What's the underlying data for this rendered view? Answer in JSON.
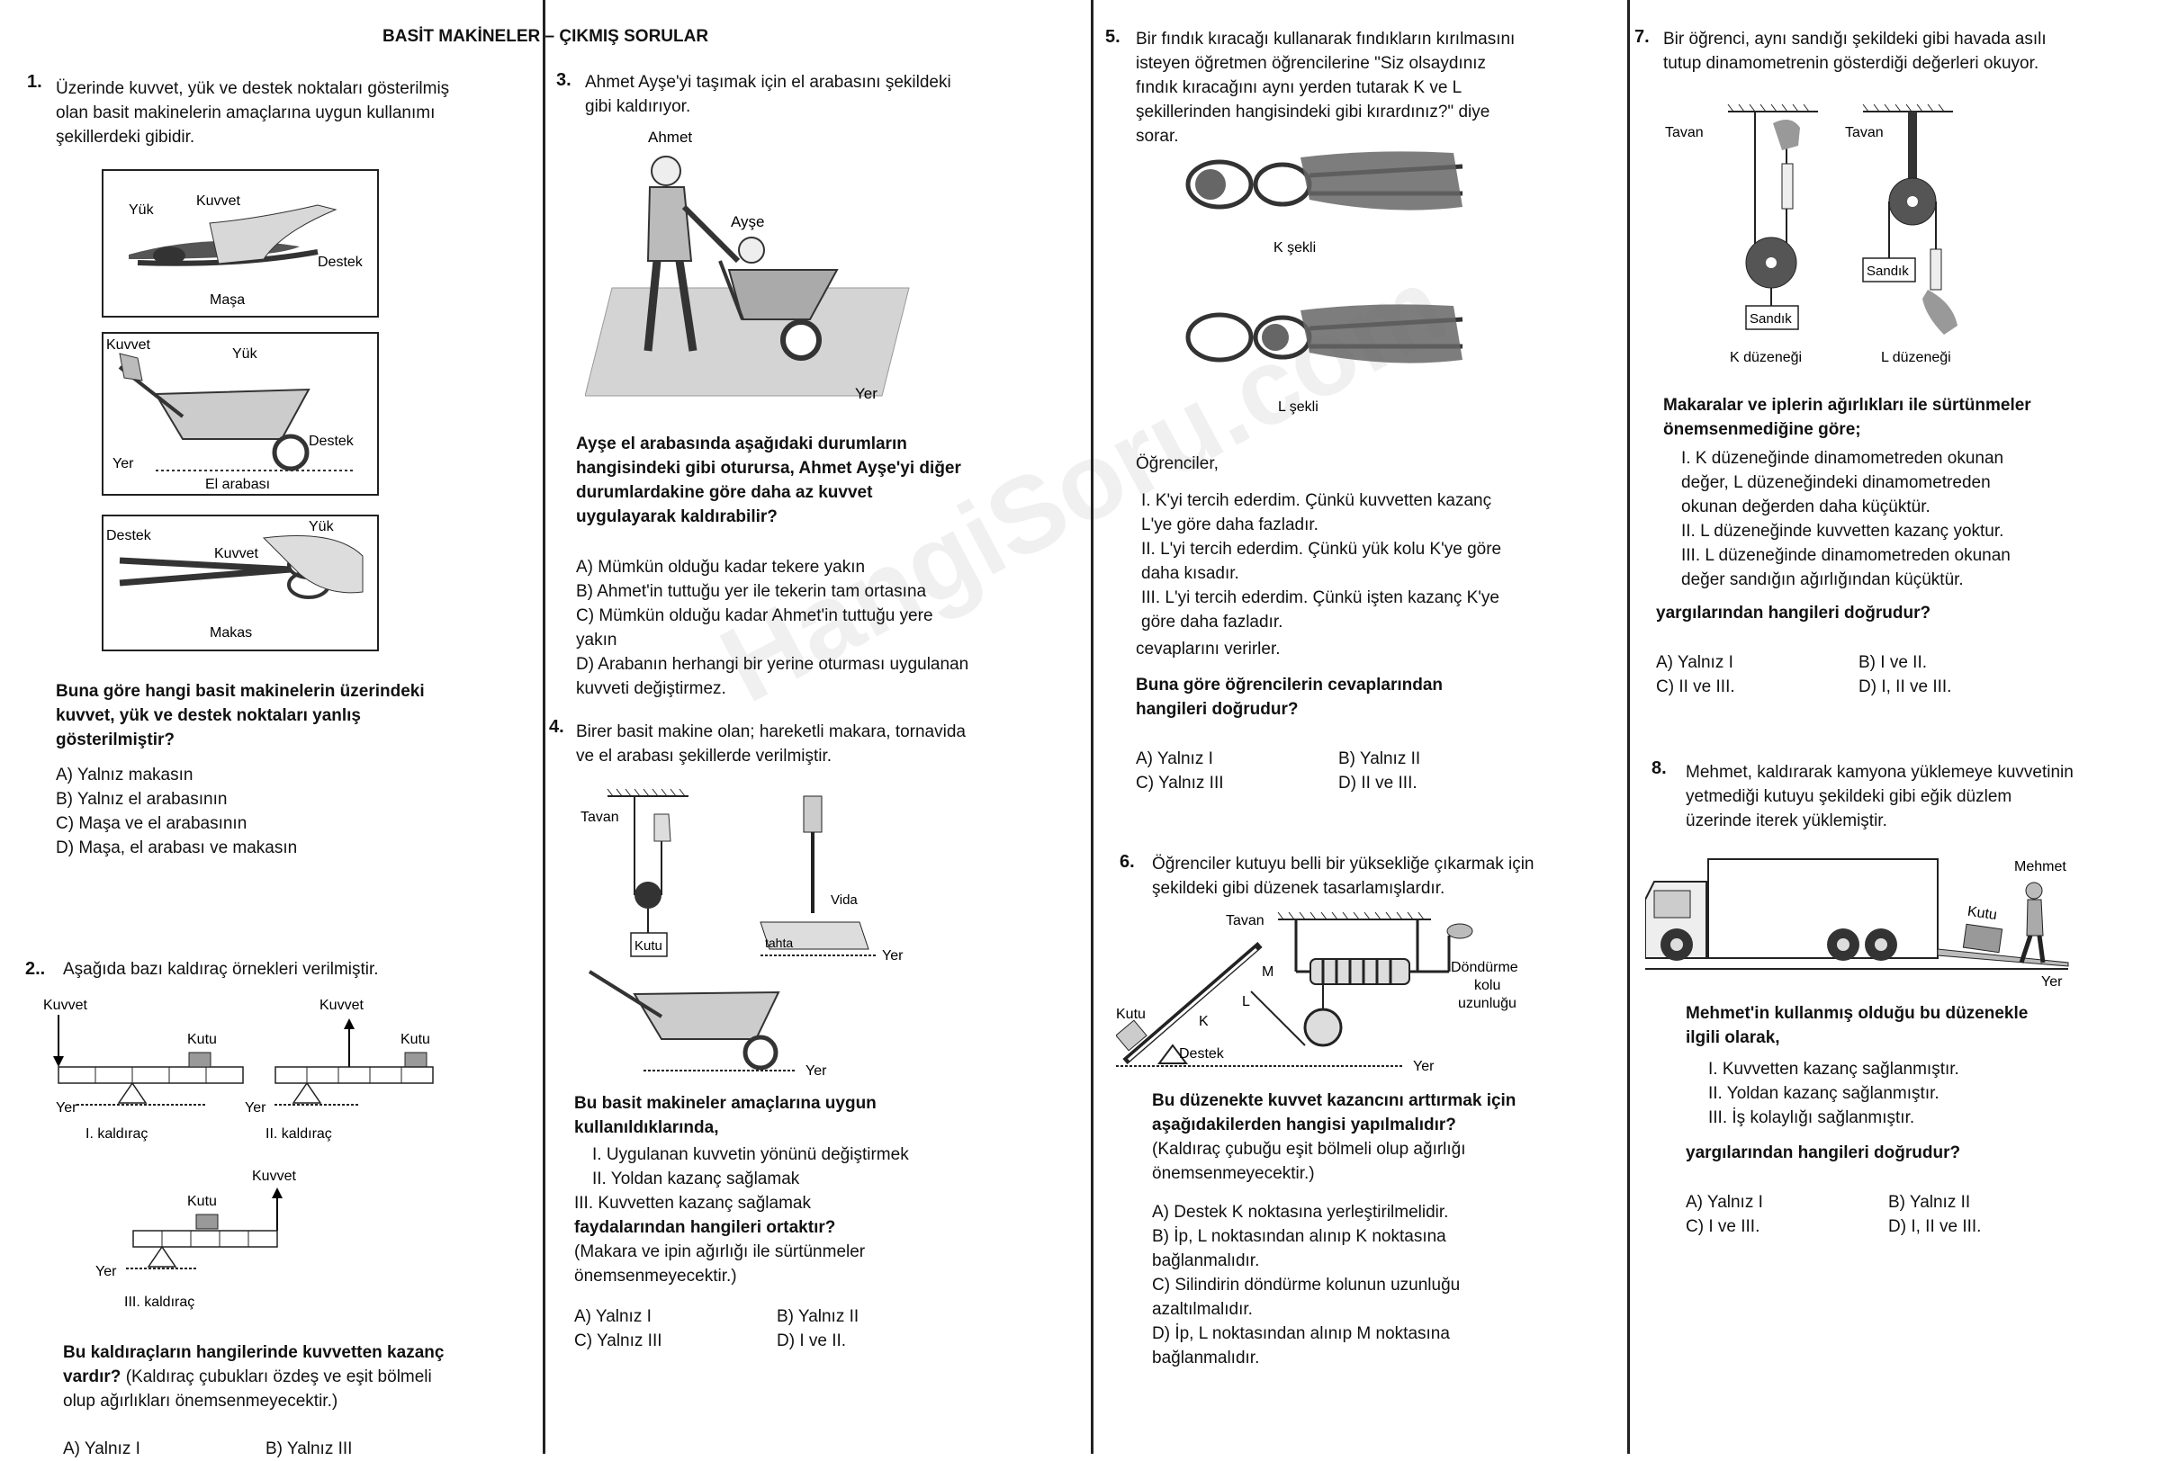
{
  "header": {
    "title": "BASİT MAKİNELER – ÇIKMIŞ SORULAR"
  },
  "watermark": "HangiSoru.com",
  "q1": {
    "num": "1.",
    "intro": "Üzerinde kuvvet, yük ve destek noktaları gösterilmiş olan basit makinelerin amaçlarına uygun kullanımı şekillerdeki gibidir.",
    "fig_labels": {
      "yuk": "Yük",
      "kuvvet": "Kuvvet",
      "destek": "Destek",
      "masa": "Maşa",
      "el_arabasi": "El arabası",
      "makas": "Makas",
      "yer": "Yer"
    },
    "question": "Buna göre hangi basit makinelerin üzerindeki kuvvet, yük ve destek noktaları yanlış gösterilmiştir?",
    "options": [
      "A) Yalnız makasın",
      "B) Yalnız el arabasının",
      "C) Maşa ve el arabasının",
      "D) Maşa, el arabası ve makasın"
    ]
  },
  "q2": {
    "num": "2..",
    "intro": "Aşağıda bazı kaldıraç örnekleri verilmiştir.",
    "fig_labels": {
      "kuvvet": "Kuvvet",
      "kutu": "Kutu",
      "yer": "Yer",
      "k1": "I. kaldıraç",
      "k2": "II. kaldıraç",
      "k3": "III. kaldıraç"
    },
    "question": "Bu kaldıraçların hangilerinde kuvvetten kazanç vardır?",
    "note": "(Kaldıraç çubukları özdeş ve eşit bölmeli olup ağırlıkları önemsenmeyecektir.)",
    "options": [
      "A) Yalnız I",
      "B) Yalnız III"
    ]
  },
  "q3": {
    "num": "3.",
    "intro": "Ahmet Ayşe'yi taşımak için el arabasını şekildeki gibi kaldırıyor.",
    "fig_labels": {
      "ahmet": "Ahmet",
      "ayse": "Ayşe",
      "yer": "Yer"
    },
    "question": "Ayşe el arabasında aşağıdaki durumların hangisindeki gibi oturursa, Ahmet Ayşe'yi diğer durumlardakine göre daha az kuvvet uygulayarak kaldırabilir?",
    "options": [
      "A) Mümkün olduğu kadar tekere yakın",
      "B) Ahmet'in tuttuğu yer ile tekerin tam ortasına",
      "C) Mümkün olduğu kadar Ahmet'in tuttuğu yere yakın",
      "D) Arabanın herhangi bir yerine oturması uygulanan kuvveti değiştirmez."
    ]
  },
  "q4": {
    "num": "4.",
    "intro": "Birer basit makine olan; hareketli makara, tornavida ve el arabası şekillerde verilmiştir.",
    "fig_labels": {
      "tavan": "Tavan",
      "kutu": "Kutu",
      "vida": "Vida",
      "tahta": "tahta",
      "yer": "Yer"
    },
    "question": "Bu basit makineler amaçlarına uygun kullanıldıklarında,",
    "items": [
      "I. Uygulanan kuvvetin yönünü değiştirmek",
      "II. Yoldan kazanç sağlamak",
      "III. Kuvvetten kazanç sağlamak"
    ],
    "ask": "faydalarından hangileri ortaktır?",
    "note": "(Makara ve ipin ağırlığı ile sürtünmeler önemsenmeyecektir.)",
    "options": [
      "A) Yalnız I",
      "B) Yalnız II",
      "C) Yalnız III",
      "D) I ve II."
    ]
  },
  "q5": {
    "num": "5.",
    "intro": "Bir fındık kıracağı kullanarak fındıkların kırılmasını isteyen öğretmen öğrencilerine \"Siz olsaydınız fındık kıracağını aynı yerden tutarak K ve L şekillerinden hangisindeki gibi kırardınız?\" diye sorar.",
    "fig_labels": {
      "k": "K şekli",
      "l": "L şekli"
    },
    "lead": "Öğrenciler,",
    "items": [
      "I. K'yi tercih ederdim. Çünkü kuvvetten kazanç L'ye göre daha fazladır.",
      "II. L'yi tercih ederdim. Çünkü yük kolu K'ye göre daha kısadır.",
      "III. L'yi tercih ederdim. Çünkü işten kazanç K'ye göre daha fazladır."
    ],
    "tail": "cevaplarını verirler.",
    "question": "Buna göre öğrencilerin cevaplarından hangileri doğrudur?",
    "options": [
      "A) Yalnız I",
      "B) Yalnız II",
      "C) Yalnız III",
      "D) II ve III."
    ]
  },
  "q6": {
    "num": "6.",
    "intro": "Öğrenciler kutuyu belli bir yüksekliğe çıkarmak için şekildeki gibi düzenek tasarlamışlardır.",
    "fig_labels": {
      "tavan": "Tavan",
      "donme": "Döndürme",
      "kolu": "kolu",
      "uzunlugu": "uzunluğu",
      "kutu": "Kutu",
      "m": "M",
      "l": "L",
      "k": "K",
      "destek": "Destek",
      "yer": "Yer"
    },
    "question": "Bu düzenekte kuvvet kazancını arttırmak için aşağıdakilerden hangisi yapılmalıdır?",
    "note": "(Kaldıraç çubuğu eşit bölmeli olup ağırlığı önemsenmeyecektir.)",
    "options": [
      "A) Destek K noktasına yerleştirilmelidir.",
      "B) İp, L noktasından alınıp K noktasına bağlanmalıdır.",
      "C) Silindirin döndürme kolunun uzunluğu azaltılmalıdır.",
      "D) İp, L noktasından alınıp M noktasına bağlanmalıdır."
    ]
  },
  "q7": {
    "num": "7.",
    "intro": "Bir öğrenci, aynı sandığı şekildeki gibi havada asılı tutup dinamometrenin gösterdiği değerleri okuyor.",
    "fig_labels": {
      "tavan": "Tavan",
      "sandik": "Sandık",
      "k": "K düzeneği",
      "l": "L düzeneği"
    },
    "question": "Makaralar ve iplerin ağırlıkları ile sürtünmeler önemsenmediğine göre;",
    "items": [
      "I. K düzeneğinde dinamometreden okunan değer, L düzeneğindeki dinamometreden okunan değerden daha küçüktür.",
      "II. L düzeneğinde kuvvetten kazanç yoktur.",
      "III. L düzeneğinde dinamometreden okunan değer sandığın ağırlığından küçüktür."
    ],
    "ask": "yargılarından hangileri doğrudur?",
    "options": [
      "A) Yalnız I",
      "B) I ve II.",
      "C) II ve III.",
      "D) I, II ve III."
    ]
  },
  "q8": {
    "num": "8.",
    "intro": "Mehmet, kaldırarak kamyona yüklemeye kuvvetinin yetmediği kutuyu şekildeki gibi eğik düzlem üzerinde iterek yüklemiştir.",
    "fig_labels": {
      "mehmet": "Mehmet",
      "kutu": "Kutu",
      "yer": "Yer"
    },
    "question": "Mehmet'in kullanmış olduğu bu düzenekle ilgili olarak,",
    "items": [
      "I. Kuvvetten kazanç sağlanmıştır.",
      "II. Yoldan kazanç sağlanmıştır.",
      "III. İş kolaylığı sağlanmıştır."
    ],
    "ask": "yargılarından hangileri doğrudur?",
    "options": [
      "A) Yalnız I",
      "B) Yalnız II",
      "C) I ve III.",
      "D) I, II ve III."
    ]
  }
}
